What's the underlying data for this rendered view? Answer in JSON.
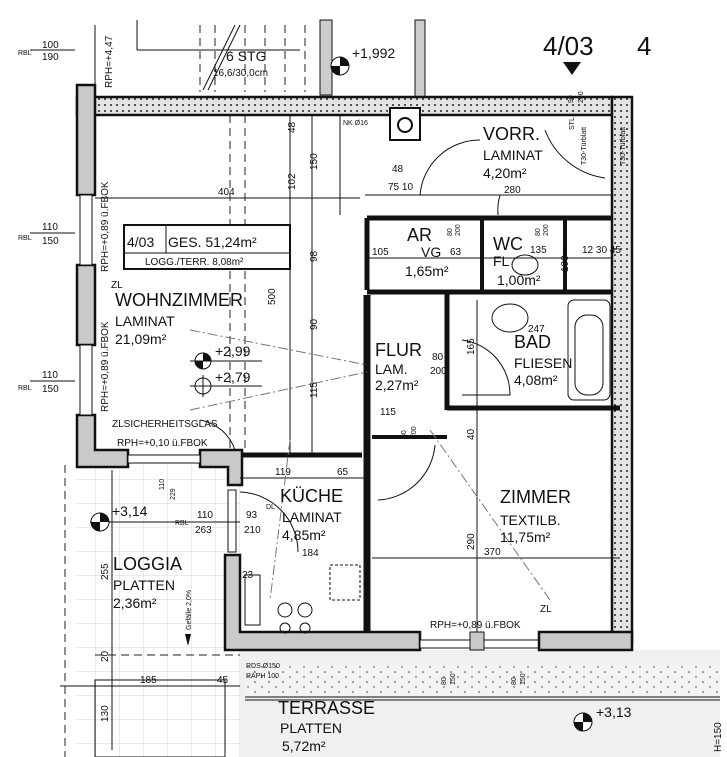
{
  "unit": {
    "id": "4/03",
    "neighbor_id": "4",
    "total": "GES. 51,24m²",
    "loggia_terrace": "LOGG./TERR. 8,08m²"
  },
  "stairs": {
    "steps": "6 STG",
    "dims": "16,6/30,0cm",
    "level": "+1,992"
  },
  "rooms": {
    "wohnzimmer": {
      "name": "WOHNZIMMER",
      "floor": "LAMINAT",
      "area": "21,09m²",
      "level_top": "+2,99",
      "level_bottom": "+2,79"
    },
    "vorraum": {
      "name": "VORR.",
      "floor": "LAMINAT",
      "area": "4,20m²"
    },
    "ar": {
      "name": "AR",
      "floor": "VG",
      "area": "1,65m²"
    },
    "wc": {
      "name": "WC",
      "floor": "FL",
      "area": "1,00m²"
    },
    "flur": {
      "name": "FLUR",
      "floor": "LAM.",
      "area": "2,27m²"
    },
    "bad": {
      "name": "BAD",
      "floor": "FLIESEN",
      "area": "4,08m²"
    },
    "kueche": {
      "name": "KÜCHE",
      "floor": "LAMINAT",
      "area": "4,85m²"
    },
    "zimmer": {
      "name": "ZIMMER",
      "floor": "TEXTILB.",
      "area": "11,75m²"
    },
    "loggia": {
      "name": "LOGGIA",
      "floor": "PLATTEN",
      "area": "2,36m²",
      "level": "+3,14",
      "slope": "Gefälle 2,0%"
    },
    "terrasse": {
      "name": "TERRASSE",
      "floor": "PLATTEN",
      "area": "5,72m²",
      "level": "+3,13"
    }
  },
  "annotations": {
    "rph_top": "RPH=+4,47",
    "rph_wall": "RPH=+0,89 ü.FBOK",
    "rph_floor": "RPH=+0,10 ü.FBOK",
    "glass": "ZLSICHERHEITSGLAS",
    "zl": "ZL",
    "rbl": "RBL",
    "dl": "DL",
    "stl": "STL",
    "door_rating": "T30-Türblatt",
    "nk": "NK Ø16",
    "rds": "RDS Ø150",
    "raph": "RAPH 100",
    "h150": "H=150"
  },
  "dimensions": {
    "win1": [
      "100",
      "190"
    ],
    "win2": [
      "110",
      "150"
    ],
    "win3": [
      "110",
      "150"
    ],
    "d404": "404",
    "d102": "102",
    "d150": "150",
    "d48": "48",
    "d500": "500",
    "d98": "98",
    "d90": "90",
    "d115": "115",
    "d48b": "48",
    "d7510": "75 10",
    "d280": "280",
    "d105": "105",
    "d63": "63",
    "d135": "135",
    "d100": "100",
    "door_ar": [
      "80",
      "200"
    ],
    "door_wc": [
      "80",
      "200"
    ],
    "door_main": [
      "90",
      "200"
    ],
    "door_flur": [
      "80",
      "200"
    ],
    "door_zimmer": [
      "80",
      "200"
    ],
    "d115b": "115",
    "d247": "247",
    "d165": "165",
    "d40": "40",
    "d290": "290",
    "d370": "370",
    "d119": "119",
    "d65": "65",
    "d184": "184",
    "d23": "23",
    "loggia_win": [
      "110",
      "229"
    ],
    "loggia_door": [
      "110",
      "263"
    ],
    "kitchen_door": [
      "93",
      "210"
    ],
    "d255": "255",
    "d20": "20",
    "d185": "185",
    "d45": "45",
    "d130": "130",
    "bottom_win1": [
      "80",
      "150"
    ],
    "bottom_win2": [
      "80",
      "150"
    ],
    "d12305": "12 30 45"
  }
}
